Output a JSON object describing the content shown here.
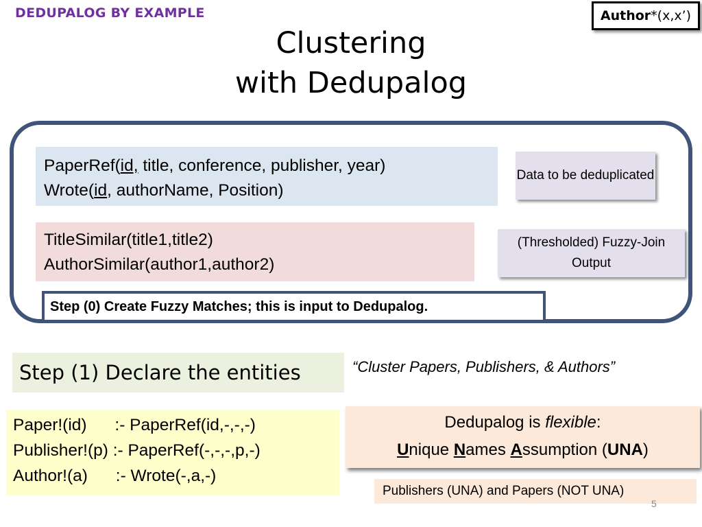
{
  "header": {
    "label": "DEDUPALOG BY EXAMPLE"
  },
  "tag": {
    "bold": "Author",
    "rest": "*(x,x’)"
  },
  "title": {
    "line1": "Clustering",
    "line2": "with Dedupalog"
  },
  "data_box": {
    "line1_a": "PaperRef(",
    "line1_u": "id,",
    "line1_b": " title, conference, publisher, year)",
    "line2_a": "Wrote(",
    "line2_u": "id",
    "line2_b": ", authorName, Position)"
  },
  "fuzzy_box": {
    "line1": "TitleSimilar(title1,title2)",
    "line2": "AuthorSimilar(author1,author2)"
  },
  "notes": {
    "data": "Data to be deduplicated",
    "fuzzy": "(Thresholded) Fuzzy-Join Output"
  },
  "step0": "Step (0) Create Fuzzy Matches; this is input to Dedupalog.",
  "step1": "Step (1) Declare the entities",
  "quote": "“Cluster Papers, Publishers, & Authors”",
  "rules": {
    "line1": "Paper!(id)      :- PaperRef(id,-,-,-)",
    "line2": "Publisher!(p) :- PaperRef(-,-,-,p,-)",
    "line3": "Author!(a)      :- Wrote(-,a,-)"
  },
  "flexible": {
    "prefix": "Dedupalog is ",
    "italic": "flexible",
    "suffix": ":",
    "u1": "U",
    "t1": "nique ",
    "u2": "N",
    "t2": "ames ",
    "u3": "A",
    "t3": "ssumption (",
    "una": "UNA",
    "close": ")"
  },
  "una_note": "Publishers (UNA) and Papers (NOT UNA)",
  "page_number": "5"
}
